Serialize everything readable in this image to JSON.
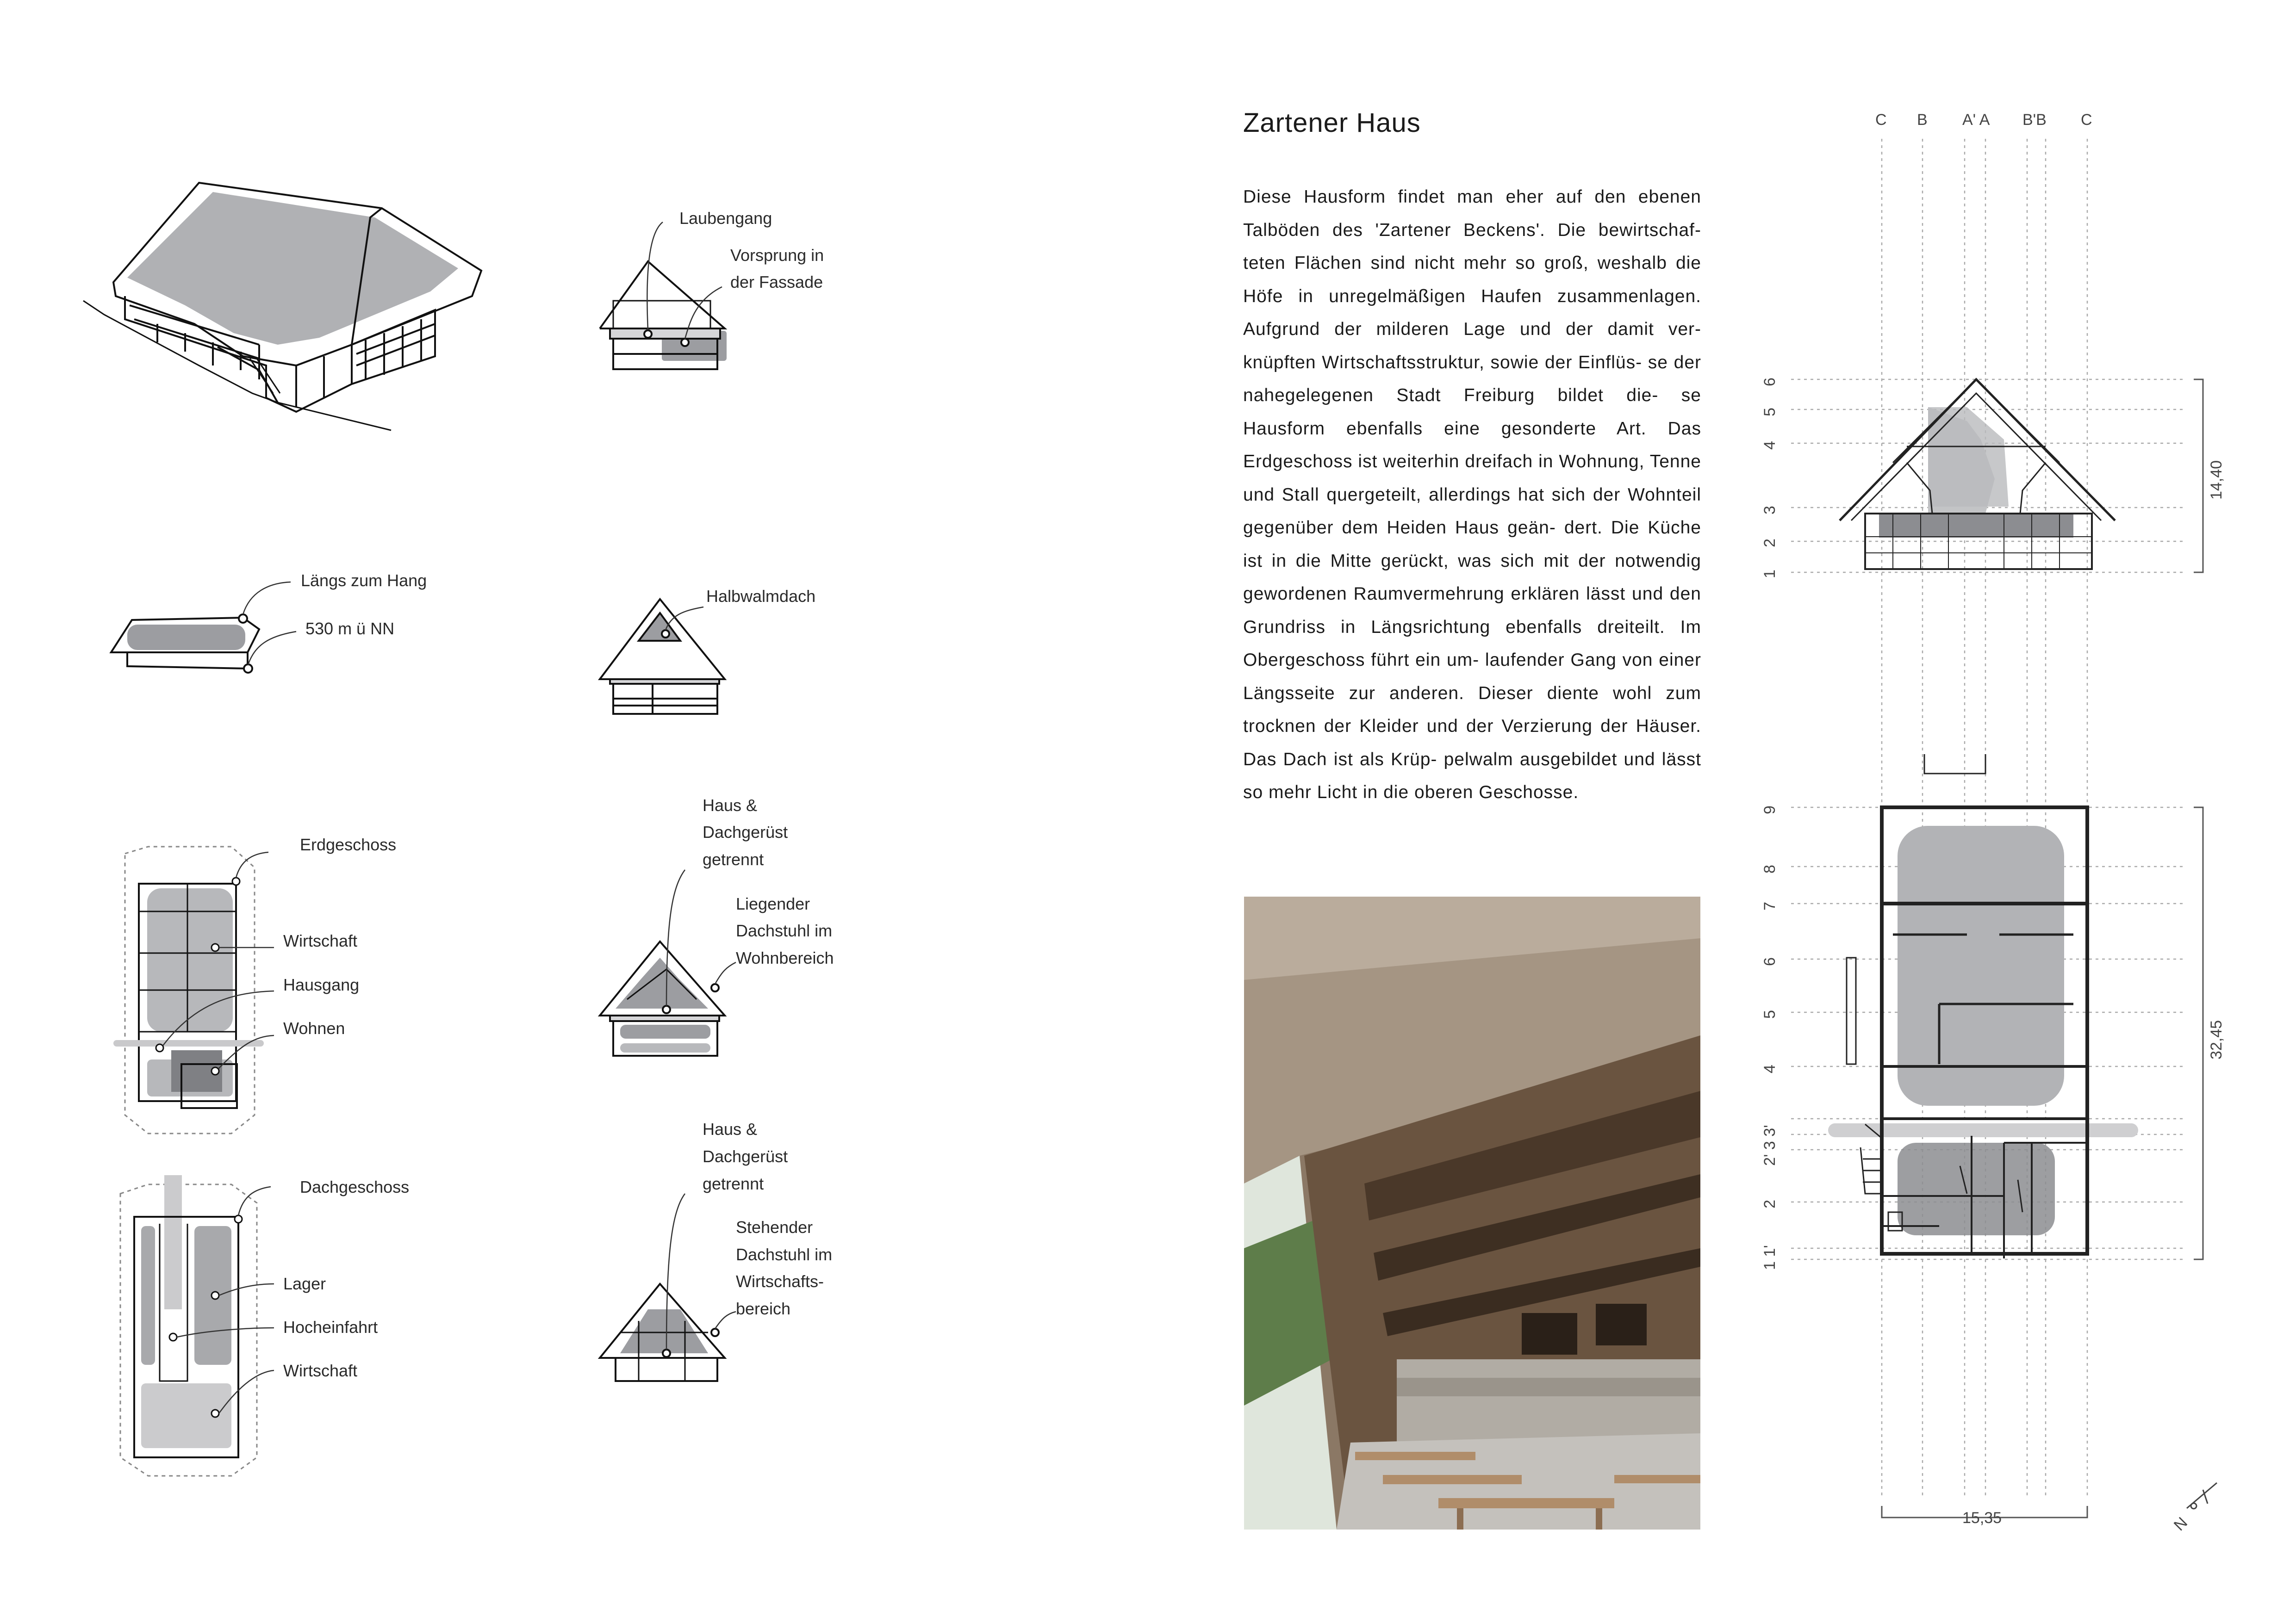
{
  "title": "Zartener Haus",
  "body_text": "Diese Hausform findet man eher auf den ebenen Talböden des 'Zartener Beckens'. Die bewirtschaf- teten Flächen sind nicht mehr so groß, weshalb die Höfe in unregelmäßigen Haufen zusammenlagen. Aufgrund der milderen Lage und der damit ver- knüpften Wirtschaftsstruktur, sowie der Einflüs- se der nahegelegenen Stadt Freiburg bildet die- se Hausform ebenfalls eine gesonderte Art. Das Erdgeschoss ist weiterhin dreifach in Wohnung, Tenne und Stall quergeteilt, allerdings hat sich der Wohnteil gegenüber dem Heiden Haus geän- dert. Die Küche ist in die Mitte gerückt, was sich mit der notwendig gewordenen Raumvermehrung erklären lässt und den Grundriss in Längsrichtung ebenfalls dreiteilt. Im Obergeschoss führt ein um- laufender Gang von einer Längsseite zur anderen. Dieser diente wohl zum trocknen der Kleider und der Verzierung der Häuser. Das Dach ist als Krüp- pelwalm ausgebildet und lässt so mehr Licht in die oberen Geschosse.",
  "labels": {
    "laubengang": "Laubengang",
    "vorsprung_1": "Vorsprung in",
    "vorsprung_2": "der Fassade",
    "laengs": "Längs zum Hang",
    "hoehe": "530 m ü NN",
    "halbwalmdach": "Halbwalmdach",
    "erdgeschoss": "Erdgeschoss",
    "wirtschaft": "Wirtschaft",
    "hausgang": "Hausgang",
    "wohnen": "Wohnen",
    "haus1_1": "Haus &",
    "haus1_2": "Dachgerüst",
    "haus1_3": "getrennt",
    "liegender_1": "Liegender",
    "liegender_2": "Dachstuhl im",
    "liegender_3": "Wohnbereich",
    "dachgeschoss": "Dachgeschoss",
    "lager": "Lager",
    "hocheinfahrt": "Hocheinfahrt",
    "wirtschaft2": "Wirtschaft",
    "haus2_1": "Haus &",
    "haus2_2": "Dachgerüst",
    "haus2_3": "getrennt",
    "stehender_1": "Stehender",
    "stehender_2": "Dachstuhl im",
    "stehender_3": "Wirtschafts-",
    "stehender_4": "bereich"
  },
  "axes_top": [
    "C",
    "B",
    "A' A",
    "B'B",
    "C"
  ],
  "section_levels": [
    "1",
    "2",
    "3",
    "4",
    "5",
    "6"
  ],
  "plan_levels": [
    "1 1'",
    "2",
    "2' 3 3'",
    "4",
    "5",
    "6",
    "7",
    "8",
    "9"
  ],
  "dim_section": "14,40",
  "dim_plan_height": "32,45",
  "dim_plan_width": "15,35",
  "north_label": "N"
}
